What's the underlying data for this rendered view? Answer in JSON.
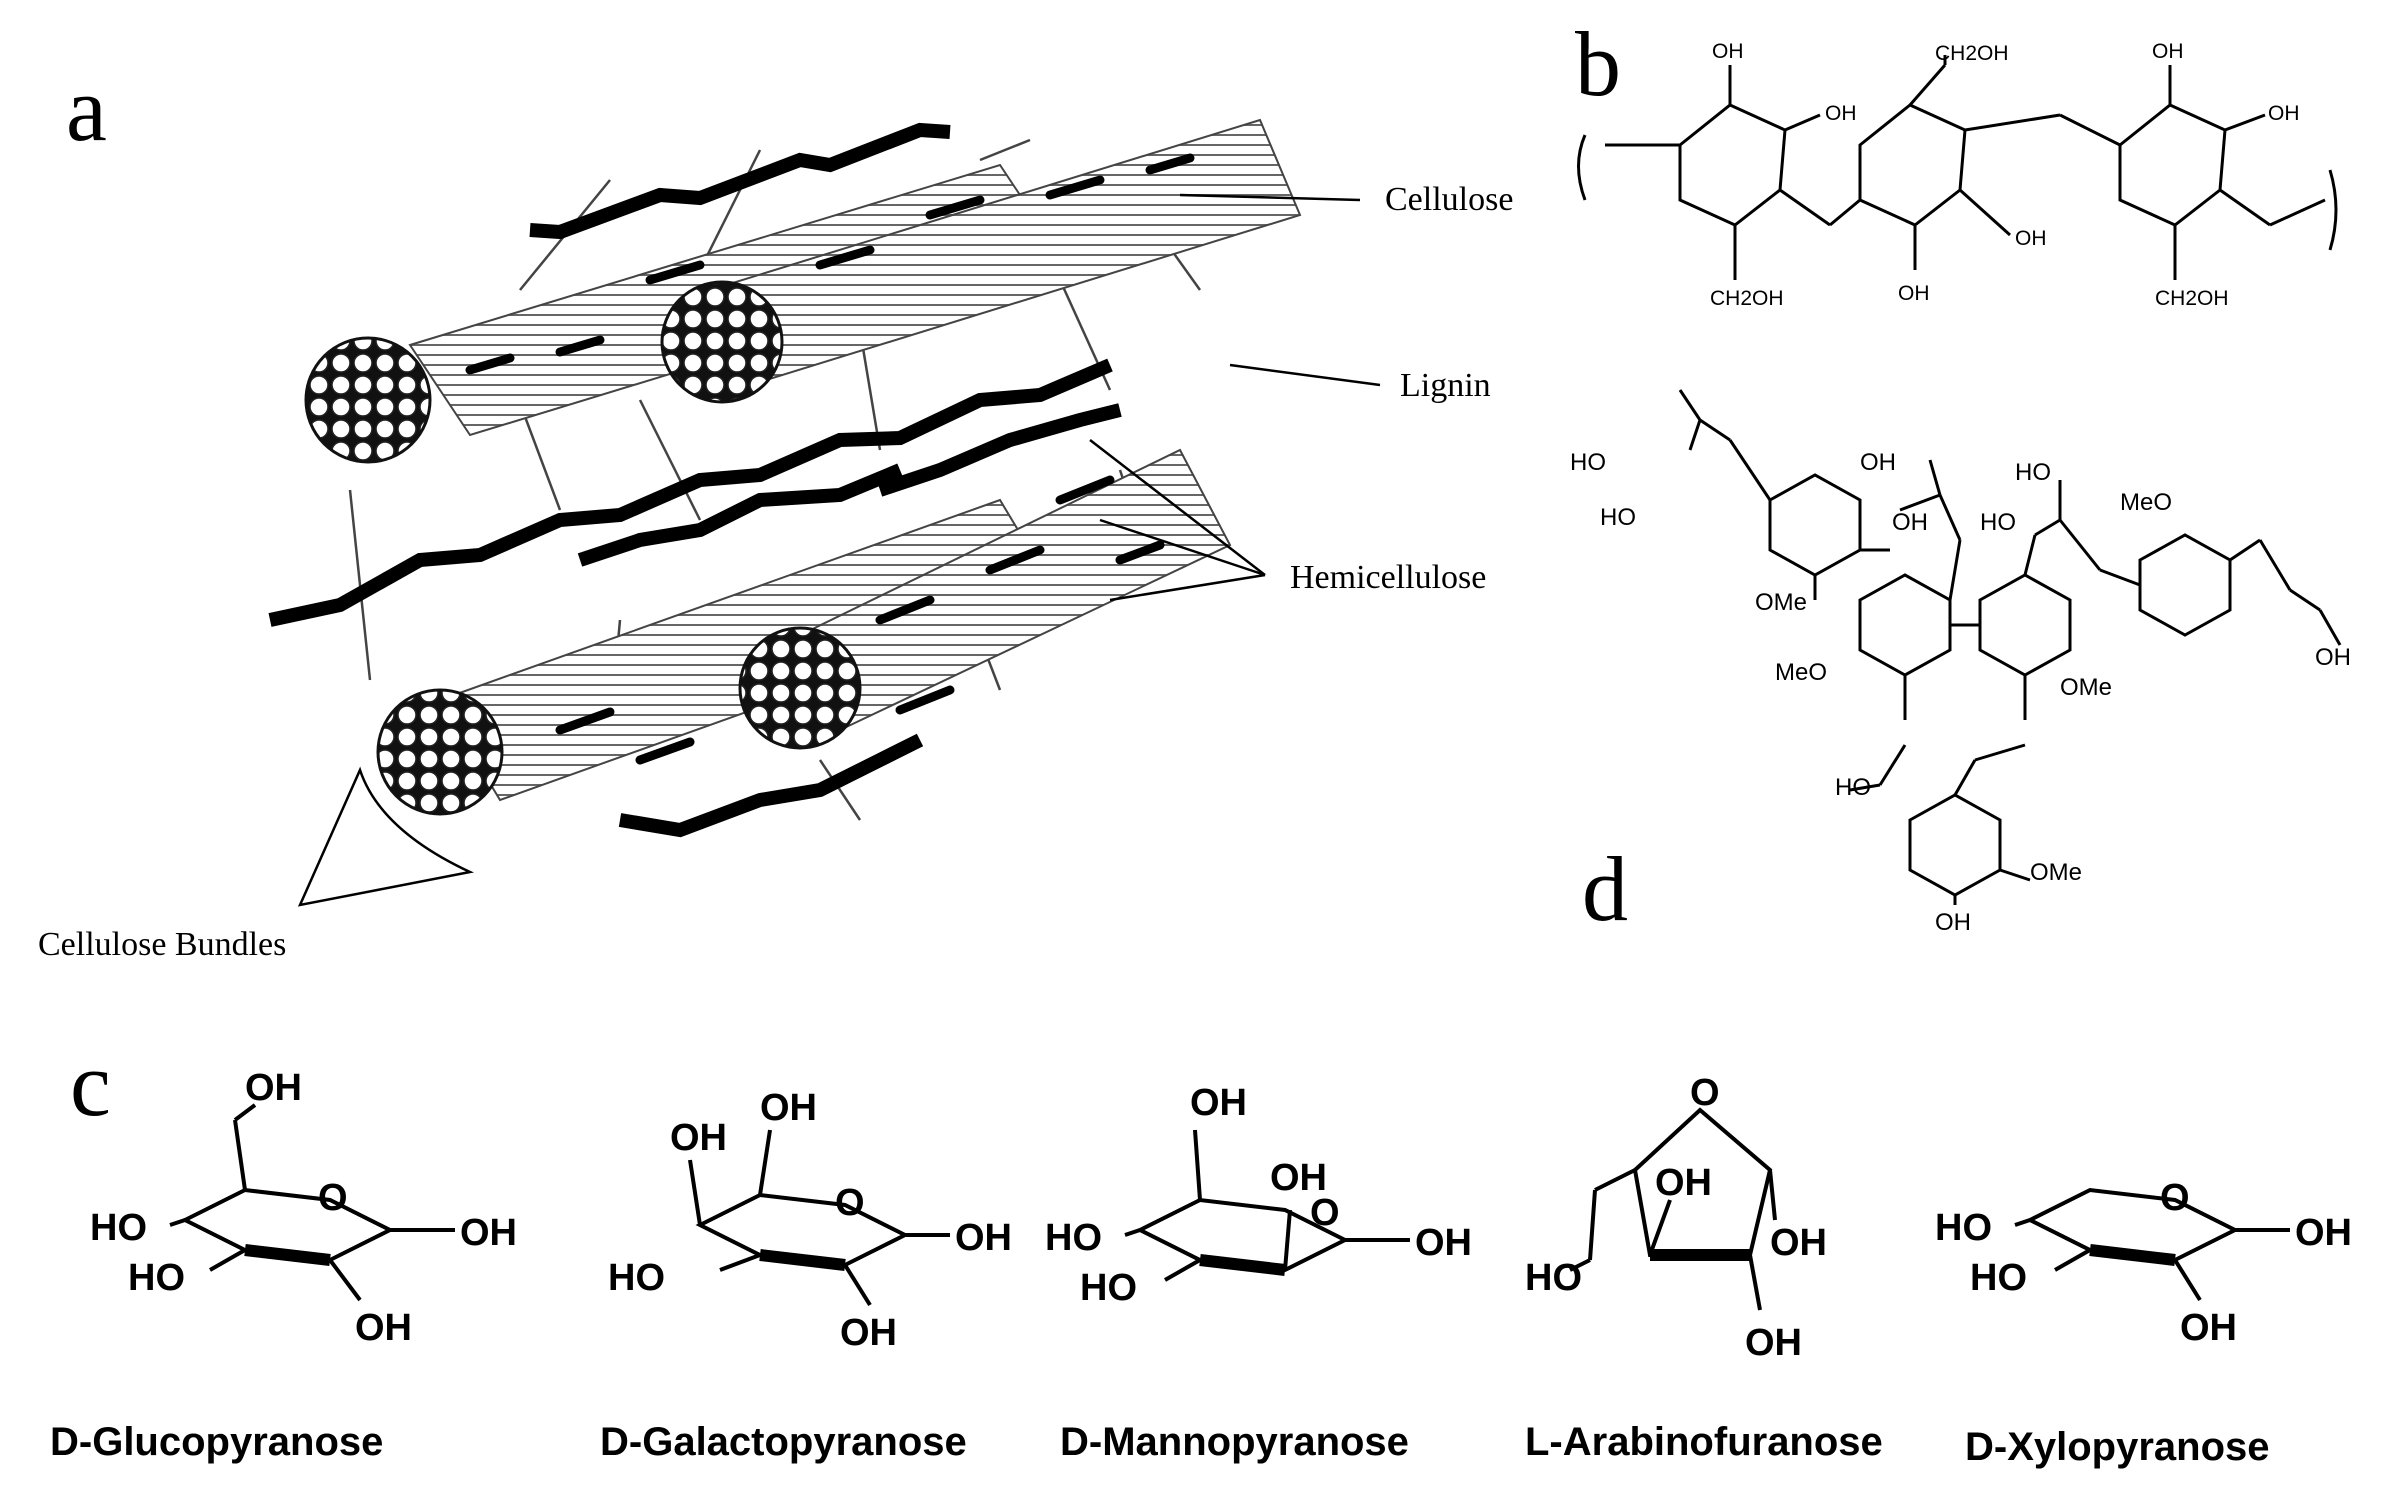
{
  "panels": {
    "a": {
      "letter": "a",
      "labels": {
        "cellulose": "Cellulose",
        "lignin": "Lignin",
        "hemicellulose": "Hemicellulose",
        "bundles": "Cellulose Bundles"
      }
    },
    "b": {
      "letter": "b",
      "groups": {
        "oh": "OH",
        "ch2oh": "CH2OH"
      }
    },
    "c": {
      "letter": "c",
      "sugars": [
        {
          "name": "D-Glucopyranose"
        },
        {
          "name": "D-Galactopyranose"
        },
        {
          "name": "D-Mannopyranose"
        },
        {
          "name": "L-Arabinofuranose"
        },
        {
          "name": "D-Xylopyranose"
        }
      ],
      "groups": {
        "oh": "OH",
        "ho": "HO",
        "ring_o": "O"
      }
    },
    "d": {
      "letter": "d",
      "groups": {
        "oh": "OH",
        "ho": "HO",
        "ome": "OMe",
        "meo": "MeO"
      }
    }
  }
}
